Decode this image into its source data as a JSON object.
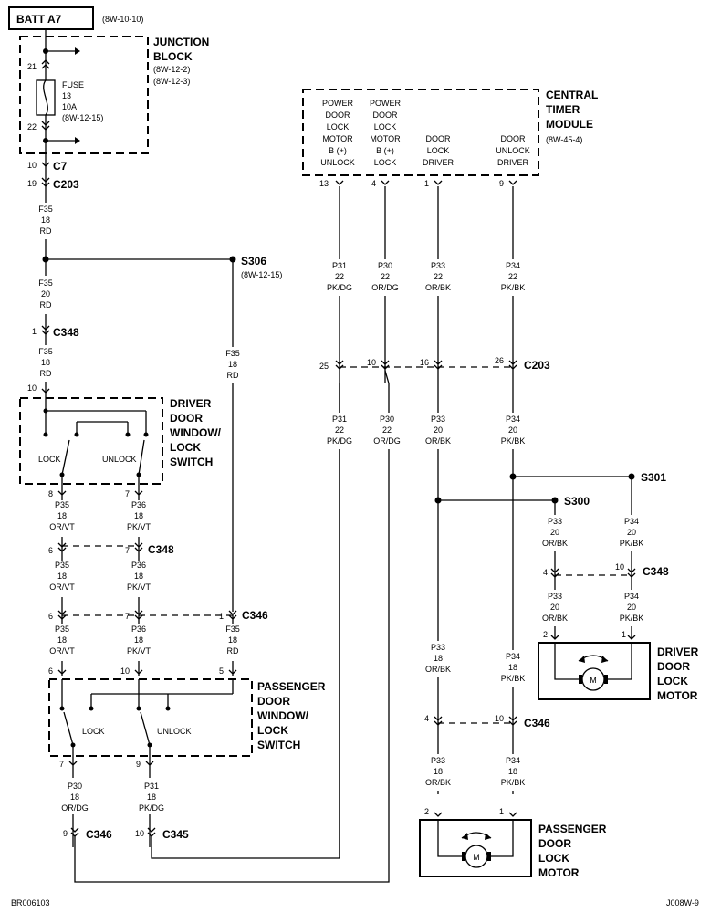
{
  "header": {
    "batt": "BATT A7",
    "batt_ref": "(8W-10-10)"
  },
  "junction_block": {
    "title1": "JUNCTION",
    "title2": "BLOCK",
    "ref1": "(8W-12-2)",
    "ref2": "(8W-12-3)",
    "pin_in": "21",
    "pin_out": "22",
    "fuse_lines": [
      "FUSE",
      "13",
      "10A",
      "(8W-12-15)"
    ]
  },
  "connectors": {
    "c7": "C7",
    "c7_pin": "10",
    "c203_top": "C203",
    "c203_top_pin": "19",
    "c348_a": "C348",
    "c348_a_pin": "1",
    "c348_b": "C348",
    "c348_b_pins": [
      "6",
      "7"
    ],
    "c346_a": "C346",
    "c346_a_pins": [
      "6",
      "7",
      "1"
    ],
    "c203_mid": "C203",
    "c203_mid_pins": [
      "25",
      "10",
      "16",
      "26"
    ],
    "c348_r": "C348",
    "c348_r_pins": [
      "4",
      "10"
    ],
    "c346_r": "C346",
    "c346_r_pins": [
      "4",
      "10"
    ],
    "c346_bl": "C346",
    "c346_bl_pin": "9",
    "c345_bl": "C345",
    "c345_bl_pin": "10"
  },
  "splices": {
    "s306": "S306",
    "s306_ref": "(8W-12-15)",
    "s301": "S301",
    "s300": "S300"
  },
  "wires": {
    "f35_18": [
      "F35",
      "18",
      "RD"
    ],
    "f35_20": [
      "F35",
      "20",
      "RD"
    ],
    "p35_18": [
      "P35",
      "18",
      "OR/VT"
    ],
    "p36_18": [
      "P36",
      "18",
      "PK/VT"
    ],
    "p30_18": [
      "P30",
      "18",
      "OR/DG"
    ],
    "p31_18": [
      "P31",
      "18",
      "PK/DG"
    ],
    "p31_22": [
      "P31",
      "22",
      "PK/DG"
    ],
    "p30_22": [
      "P30",
      "22",
      "OR/DG"
    ],
    "p33_22": [
      "P33",
      "22",
      "OR/BK"
    ],
    "p34_22": [
      "P34",
      "22",
      "PK/BK"
    ],
    "p33_20": [
      "P33",
      "20",
      "OR/BK"
    ],
    "p34_20": [
      "P34",
      "20",
      "PK/BK"
    ],
    "p33_18": [
      "P33",
      "18",
      "OR/BK"
    ],
    "p34_18": [
      "P34",
      "18",
      "PK/BK"
    ]
  },
  "timer_module": {
    "title": [
      "CENTRAL",
      "TIMER",
      "MODULE"
    ],
    "ref": "(8W-45-4)",
    "pins": [
      {
        "lines": [
          "POWER",
          "DOOR",
          "LOCK",
          "MOTOR",
          "B (+)",
          "UNLOCK"
        ],
        "pin": "13"
      },
      {
        "lines": [
          "POWER",
          "DOOR",
          "LOCK",
          "MOTOR",
          "B (+)",
          "LOCK"
        ],
        "pin": "4"
      },
      {
        "lines": [
          "DOOR",
          "LOCK",
          "DRIVER"
        ],
        "pin": "1"
      },
      {
        "lines": [
          "DOOR",
          "UNLOCK",
          "DRIVER"
        ],
        "pin": "9"
      }
    ]
  },
  "driver_switch": {
    "title": [
      "DRIVER",
      "DOOR",
      "WINDOW/",
      "LOCK",
      "SWITCH"
    ],
    "lock": "LOCK",
    "unlock": "UNLOCK",
    "pin_in": "10",
    "pin_lock": "8",
    "pin_unlock": "7"
  },
  "passenger_switch": {
    "title": [
      "PASSENGER",
      "DOOR",
      "WINDOW/",
      "LOCK",
      "SWITCH"
    ],
    "lock": "LOCK",
    "unlock": "UNLOCK",
    "pins_top": [
      "6",
      "10",
      "5"
    ],
    "pins_bottom": [
      "7",
      "9"
    ]
  },
  "driver_motor": {
    "title": [
      "DRIVER",
      "DOOR",
      "LOCK",
      "MOTOR"
    ],
    "m": "M",
    "pins": [
      "2",
      "1"
    ]
  },
  "passenger_motor": {
    "title": [
      "PASSENGER",
      "DOOR",
      "LOCK",
      "MOTOR"
    ],
    "m": "M",
    "pins": [
      "2",
      "1"
    ]
  },
  "footer": {
    "left": "BR006103",
    "right": "J008W-9"
  }
}
